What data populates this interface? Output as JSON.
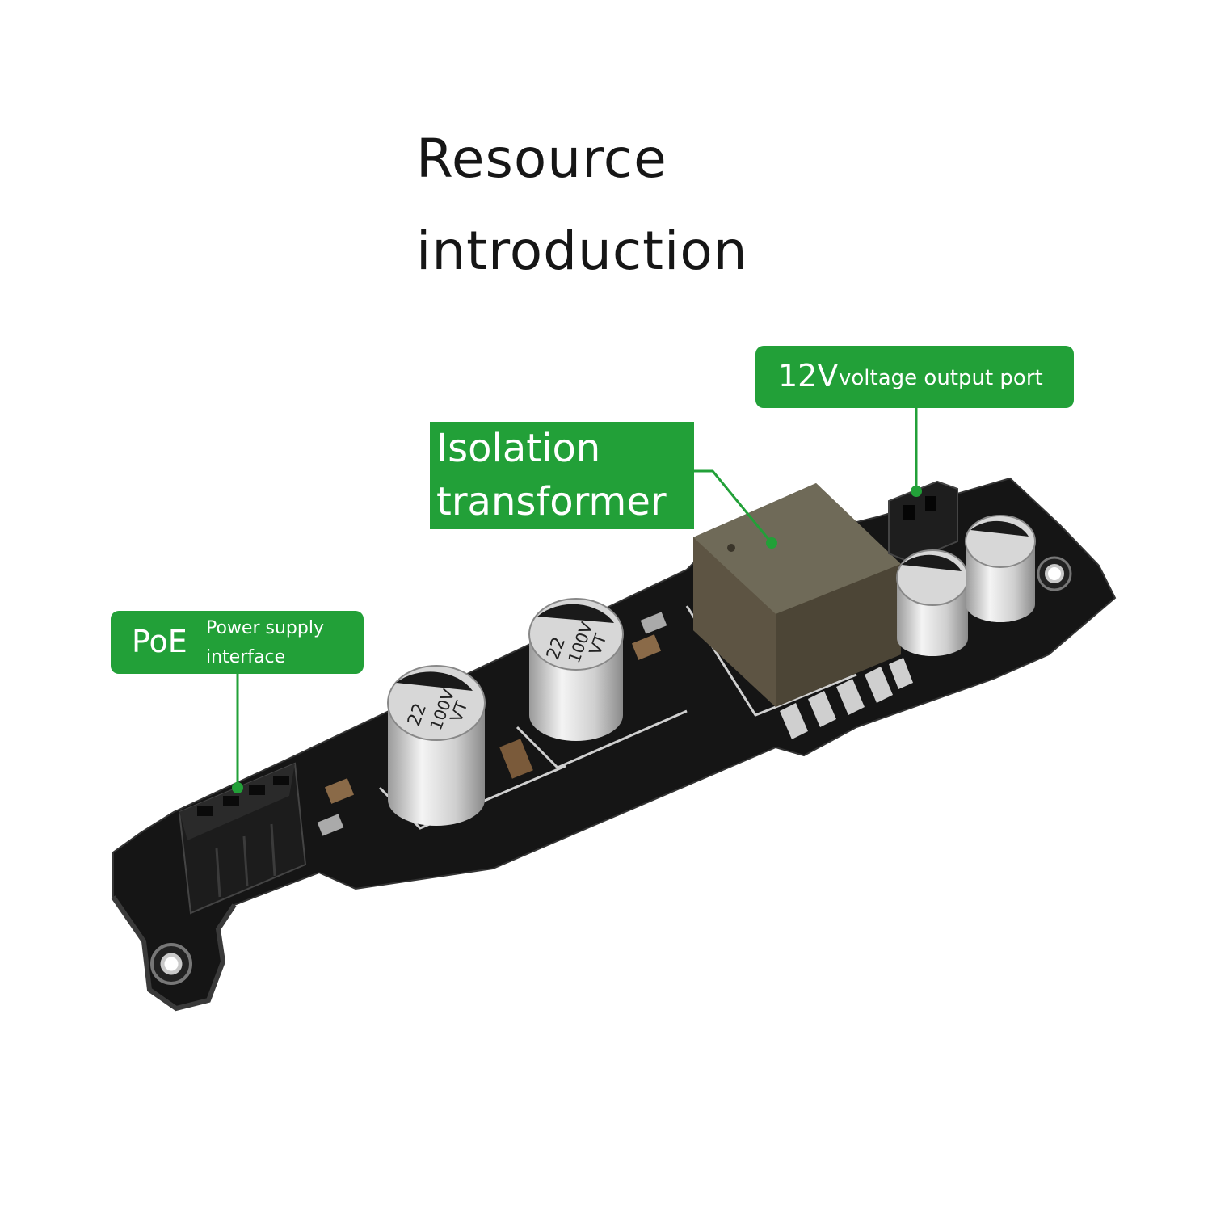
{
  "title": {
    "line1": "Resource",
    "line2": "introduction"
  },
  "callouts": {
    "poe": {
      "main": "PoE",
      "sub_line1": "Power supply",
      "sub_line2": "interface"
    },
    "isolation": {
      "line1": "Isolation",
      "line2": "transformer"
    },
    "output": {
      "main": "12V",
      "sub": "voltage output port"
    }
  },
  "capacitor_markings": {
    "left": {
      "value": "22",
      "voltage": "100V",
      "series": "VT"
    },
    "middle": {
      "value": "22",
      "voltage": "100V",
      "series": "VT"
    }
  },
  "colors": {
    "label_green": "#22a038",
    "pcb_black": "#151515",
    "background": "#ffffff"
  }
}
